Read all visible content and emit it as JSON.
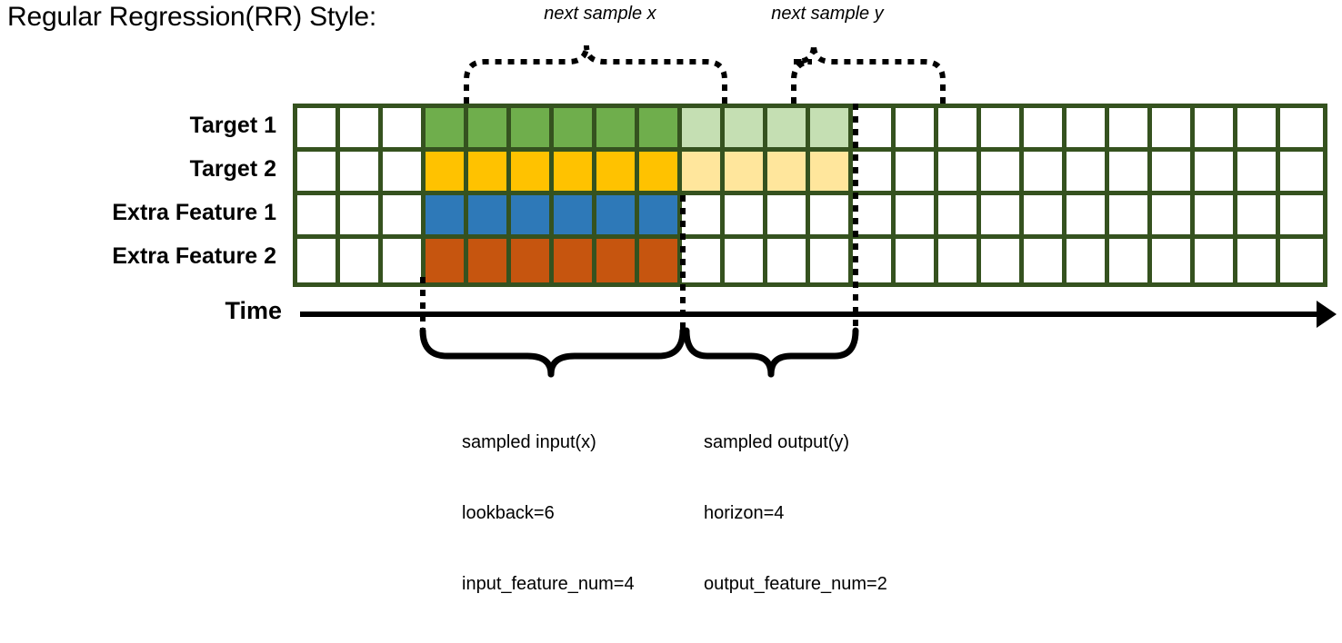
{
  "title": "Regular Regression(RR) Style:",
  "top_annotations": [
    {
      "label": "next sample x"
    },
    {
      "label": "next sample y"
    }
  ],
  "rows": [
    {
      "label": "Target 1",
      "fill": "#6FAE4C",
      "light": "#C5DFB3",
      "has_output": true
    },
    {
      "label": "Target 2",
      "fill": "#FFC200",
      "light": "#FFE69C",
      "has_output": true
    },
    {
      "label": "Extra Feature 1",
      "fill": "#2E79B8",
      "light": "",
      "has_output": false
    },
    {
      "label": "Extra Feature 2",
      "fill": "#C6550F",
      "light": "",
      "has_output": false
    }
  ],
  "grid": {
    "total_columns": 24,
    "lead_blank_columns": 3,
    "input_columns": 6,
    "output_columns": 4,
    "trailing_blank_columns": 11,
    "border_color": "#35521F",
    "empty_color": "#FFFFFF"
  },
  "axis": {
    "label": "Time"
  },
  "bottom_annotations": [
    {
      "lines": [
        "sampled input(x)",
        "lookback=6",
        "input_feature_num=4"
      ]
    },
    {
      "lines": [
        "sampled output(y)",
        "horizon=4",
        "output_feature_num=2"
      ]
    }
  ],
  "colors": {
    "target1": "#6FAE4C",
    "target1_light": "#C5DFB3",
    "target2": "#FFC200",
    "target2_light": "#FFE69C",
    "extra1": "#2E79B8",
    "extra2": "#C6550F",
    "grid_border": "#35521F",
    "ink": "#000000"
  }
}
